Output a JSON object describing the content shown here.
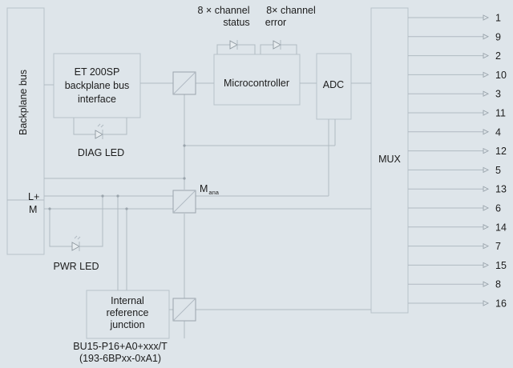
{
  "labels": {
    "backplane_bus": "Backplane bus",
    "et200sp_line1": "ET 200SP",
    "et200sp_line2": "backplane bus",
    "et200sp_line3": "interface",
    "diag_led": "DIAG LED",
    "channel_status_line1": "8 × channel",
    "channel_status_line2": "status",
    "channel_error_line1": "8× channel",
    "channel_error_line2": "error",
    "microcontroller": "Microcontroller",
    "adc": "ADC",
    "mux": "MUX",
    "l_plus": "L+",
    "m": "M",
    "m_ana_main": "M",
    "m_ana_sub": "ana",
    "pwr_led": "PWR LED",
    "irj_line1": "Internal",
    "irj_line2": "reference",
    "irj_line3": "junction",
    "base_unit_line1": "BU15-P16+A0+xxx/T",
    "base_unit_line2": "(193-6BPxx-0xA1)"
  },
  "terminals": [
    "1",
    "9",
    "2",
    "10",
    "3",
    "11",
    "4",
    "12",
    "5",
    "13",
    "6",
    "14",
    "7",
    "15",
    "8",
    "16"
  ],
  "colors": {
    "background": "#dee5ea",
    "box_stroke": "#b8c2ca",
    "wire": "#b0bac2",
    "text": "#1c1c1c"
  }
}
